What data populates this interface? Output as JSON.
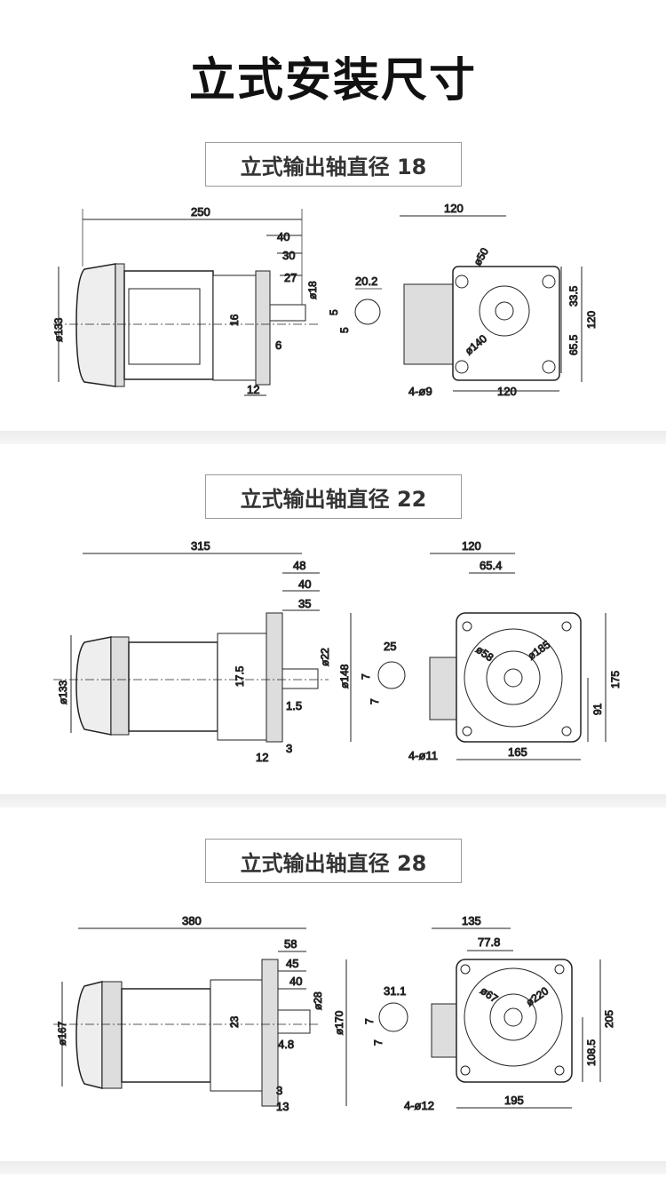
{
  "title": "立式安装尺寸",
  "sections": [
    {
      "label": "立式输出轴直径 18",
      "side": {
        "length": "250",
        "a": "40",
        "b": "30",
        "c": "27",
        "shaft_dia": "ø18",
        "body_dia": "ø133",
        "h": "16",
        "t": "6",
        "flange": "12"
      },
      "key": {
        "w": "20.2",
        "k1": "5",
        "k2": "5"
      },
      "front": {
        "width_top": "120",
        "width_bottom": "120",
        "height": "120",
        "h1": "33.5",
        "h2": "65.5",
        "d_small": "ø50",
        "d_large": "ø140",
        "holes": "4-ø9"
      }
    },
    {
      "label": "立式输出轴直径 22",
      "side": {
        "length": "315",
        "a": "48",
        "b": "40",
        "c": "35",
        "shaft_dia": "ø22",
        "body_dia": "ø133",
        "flange_dia": "ø148",
        "h": "17.5",
        "t": "1.5",
        "flange": "12",
        "flange2": "3"
      },
      "key": {
        "w": "25",
        "k1": "7",
        "k2": "7"
      },
      "front": {
        "width_top": "120",
        "sub_top": "65.4",
        "width_bottom": "165",
        "height": "175",
        "h2": "91",
        "d_small": "ø58",
        "d_large": "ø185",
        "holes": "4-ø11"
      }
    },
    {
      "label": "立式输出轴直径 28",
      "side": {
        "length": "380",
        "a": "58",
        "b": "45",
        "c": "40",
        "shaft_dia": "ø28",
        "body_dia": "ø167",
        "flange_dia": "ø170",
        "h": "23",
        "t": "4.8",
        "flange": "13",
        "flange2": "3"
      },
      "key": {
        "w": "31.1",
        "k1": "7",
        "k2": "7"
      },
      "front": {
        "width_top": "135",
        "sub_top": "77.8",
        "width_bottom": "195",
        "height": "205",
        "h2": "108.5",
        "d_small": "ø67",
        "d_large": "ø220",
        "holes": "4-ø12"
      }
    }
  ]
}
